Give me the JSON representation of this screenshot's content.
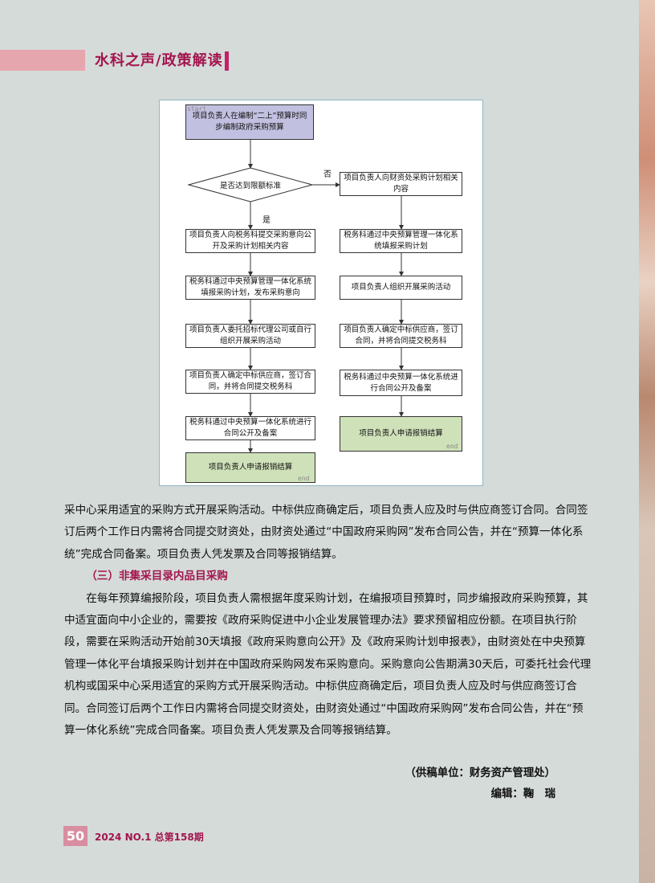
{
  "header": {
    "title": "水科之声/政策解读"
  },
  "flowchart": {
    "start_tag": "start",
    "end_tag_left": "end",
    "end_tag_right": "end",
    "start_node": "项目负责人在编制“二上”预算时同步编制政府采购预算",
    "decision": "是否达到限额标准",
    "yes_label": "是",
    "no_label": "否",
    "left_steps": [
      "项目负责人向税务科提交采购意向公开及采购计划相关内容",
      "税务科通过中央预算管理一体化系统填报采购计划，发布采购意向",
      "项目负责人委托招标代理公司或自行组织开展采购活动",
      "项目负责人确定中标供应商，签订合同，并将合同提交税务科",
      "税务科通过中央预算一体化系统进行合同公开及备案"
    ],
    "left_end": "项目负责人申请报销结算",
    "right_steps": [
      "项目负责人向财资处采购计划相关内容",
      "税务科通过中央预算管理一体化系统填报采购计划",
      "项目负责人组织开展采购活动",
      "项目负责人确定中标供应商，签订合同，并将合同提交税务科",
      "税务科通过中央预算一体化系统进行合同公开及备案"
    ],
    "right_end": "项目负责人申请报销结算"
  },
  "body": {
    "para1": "采中心采用适宜的采购方式开展采购活动。中标供应商确定后，项目负责人应及时与供应商签订合同。合同签订后两个工作日内需将合同提交财资处，由财资处通过“中国政府采购网”发布合同公告，并在“预算一体化系统”完成合同备案。项目负责人凭发票及合同等报销结算。",
    "section3_heading": "（三）非集采目录内品目采购",
    "para2": "在每年预算编报阶段，项目负责人需根据年度采购计划，在编报项目预算时，同步编报政府采购预算，其中适宜面向中小企业的，需要按《政府采购促进中小企业发展管理办法》要求预留相应份额。在项目执行阶段，需要在采购活动开始前30天填报《政府采购意向公开》及《政府采购计划申报表》，由财资处在中央预算管理一体化平台填报采购计划并在中国政府采购网发布采购意向。采购意向公告期满30天后，可委托社会代理机构或国采中心采用适宜的采购方式开展采购活动。中标供应商确定后，项目负责人应及时与供应商签订合同。合同签订后两个工作日内需将合同提交财资处，由财资处通过“中国政府采购网”发布合同公告，并在“预算一体化系统”完成合同备案。项目负责人凭发票及合同等报销结算。"
  },
  "signature": {
    "source": "（供稿单位：财务资产管理处）",
    "editor": "编辑：鞠　瑞"
  },
  "footer": {
    "page_number": "50",
    "issue": "2024 NO.1 总第158期"
  }
}
